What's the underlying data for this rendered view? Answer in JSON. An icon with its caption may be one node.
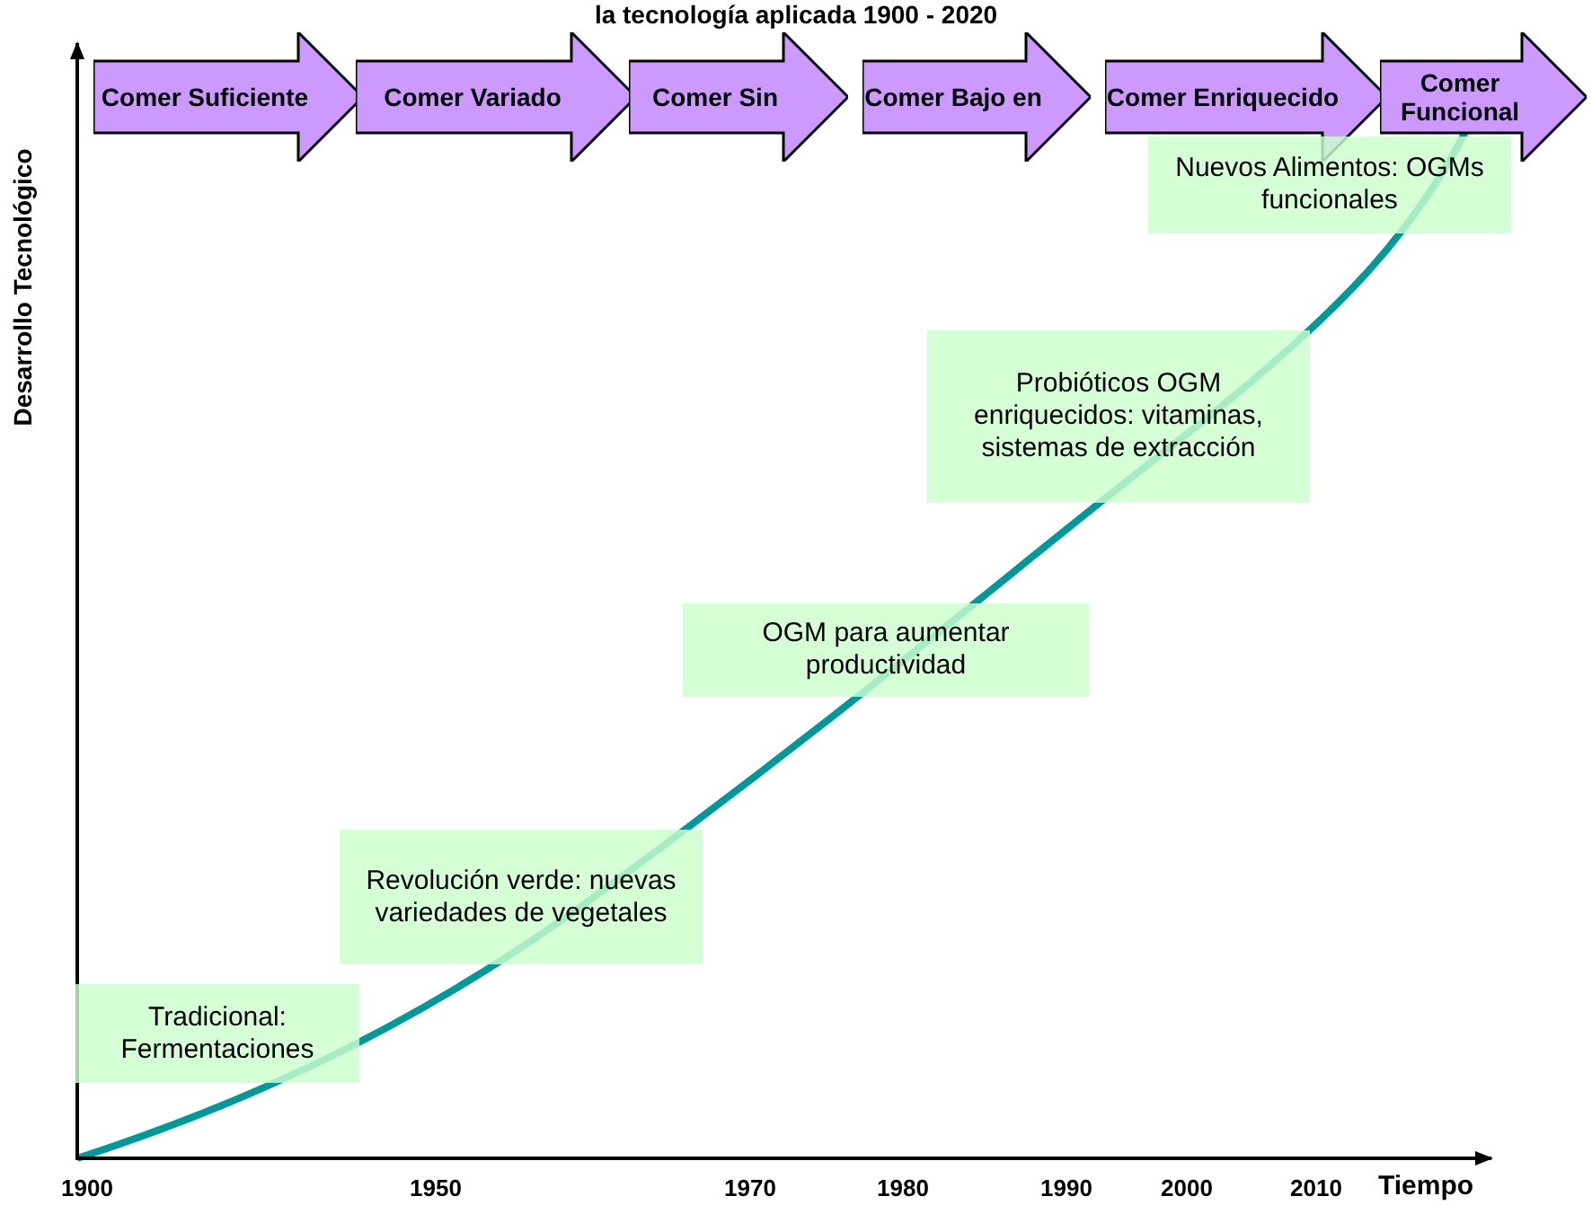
{
  "diagram": {
    "title": "la tecnología aplicada 1900 - 2020",
    "nodes": [
      {
        "text": [
          "Comer Suficiente"
        ]
      },
      {
        "text": [
          "Comer Variado"
        ]
      },
      {
        "text": [
          "Comer Sin"
        ]
      },
      {
        "text": [
          "Comer Bajo en"
        ]
      },
      {
        "text": [
          "Comer Enriquecido"
        ]
      },
      {
        "text": [
          "Comer Funcional"
        ]
      },
      {
        "text": [
          "Tradicional: Fermentaciones"
        ]
      },
      {
        "text": [
          "Revolución verde: nuevas variedades de vegetales"
        ]
      },
      {
        "text": [
          "OGM para aumentar productividad"
        ]
      },
      {
        "text": [
          "Probióticos OGM enriquecidos: vitaminas, sistemas de extracción"
        ]
      },
      {
        "text": [
          "Nuevos Alimentos: OGMs funcionales"
        ]
      }
    ],
    "labels": [
      "Desarrollo Tecnológico",
      "1900",
      "1950",
      "1970",
      "1980",
      "1990",
      "2000",
      "2010",
      "Tiempo"
    ]
  }
}
